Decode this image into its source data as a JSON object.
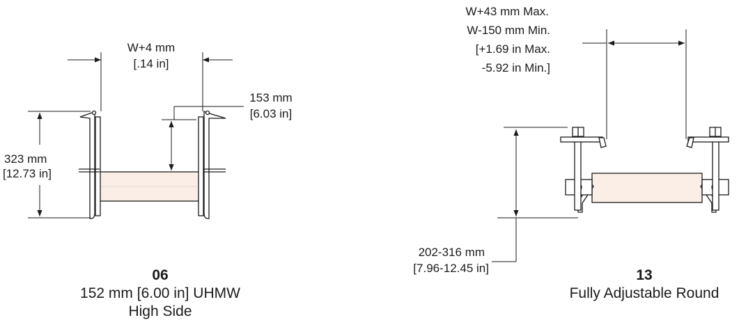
{
  "colors": {
    "roller_fill": "#fbeee6",
    "line": "#1a1a1a",
    "bracket_fill": "#ffffff"
  },
  "left": {
    "width_dim": {
      "line1": "W+4 mm",
      "line2": "[.14 in]"
    },
    "side_dim": {
      "line1": "153 mm",
      "line2": "[6.03 in]"
    },
    "height_dim": {
      "line1": "323 mm",
      "line2": "[12.73 in]"
    },
    "caption": {
      "code": "06",
      "line1": "152 mm [6.00 in] UHMW",
      "line2": "High Side"
    }
  },
  "right": {
    "width_dim": {
      "line1": "W+43 mm Max.",
      "line2": "W-150 mm Min.",
      "line3": "[+1.69 in Max.",
      "line4": "-5.92 in Min.]"
    },
    "height_dim": {
      "line1": "202-316 mm",
      "line2": "[7.96-12.45 in]"
    },
    "caption": {
      "code": "13",
      "line1": "Fully Adjustable Round"
    }
  }
}
